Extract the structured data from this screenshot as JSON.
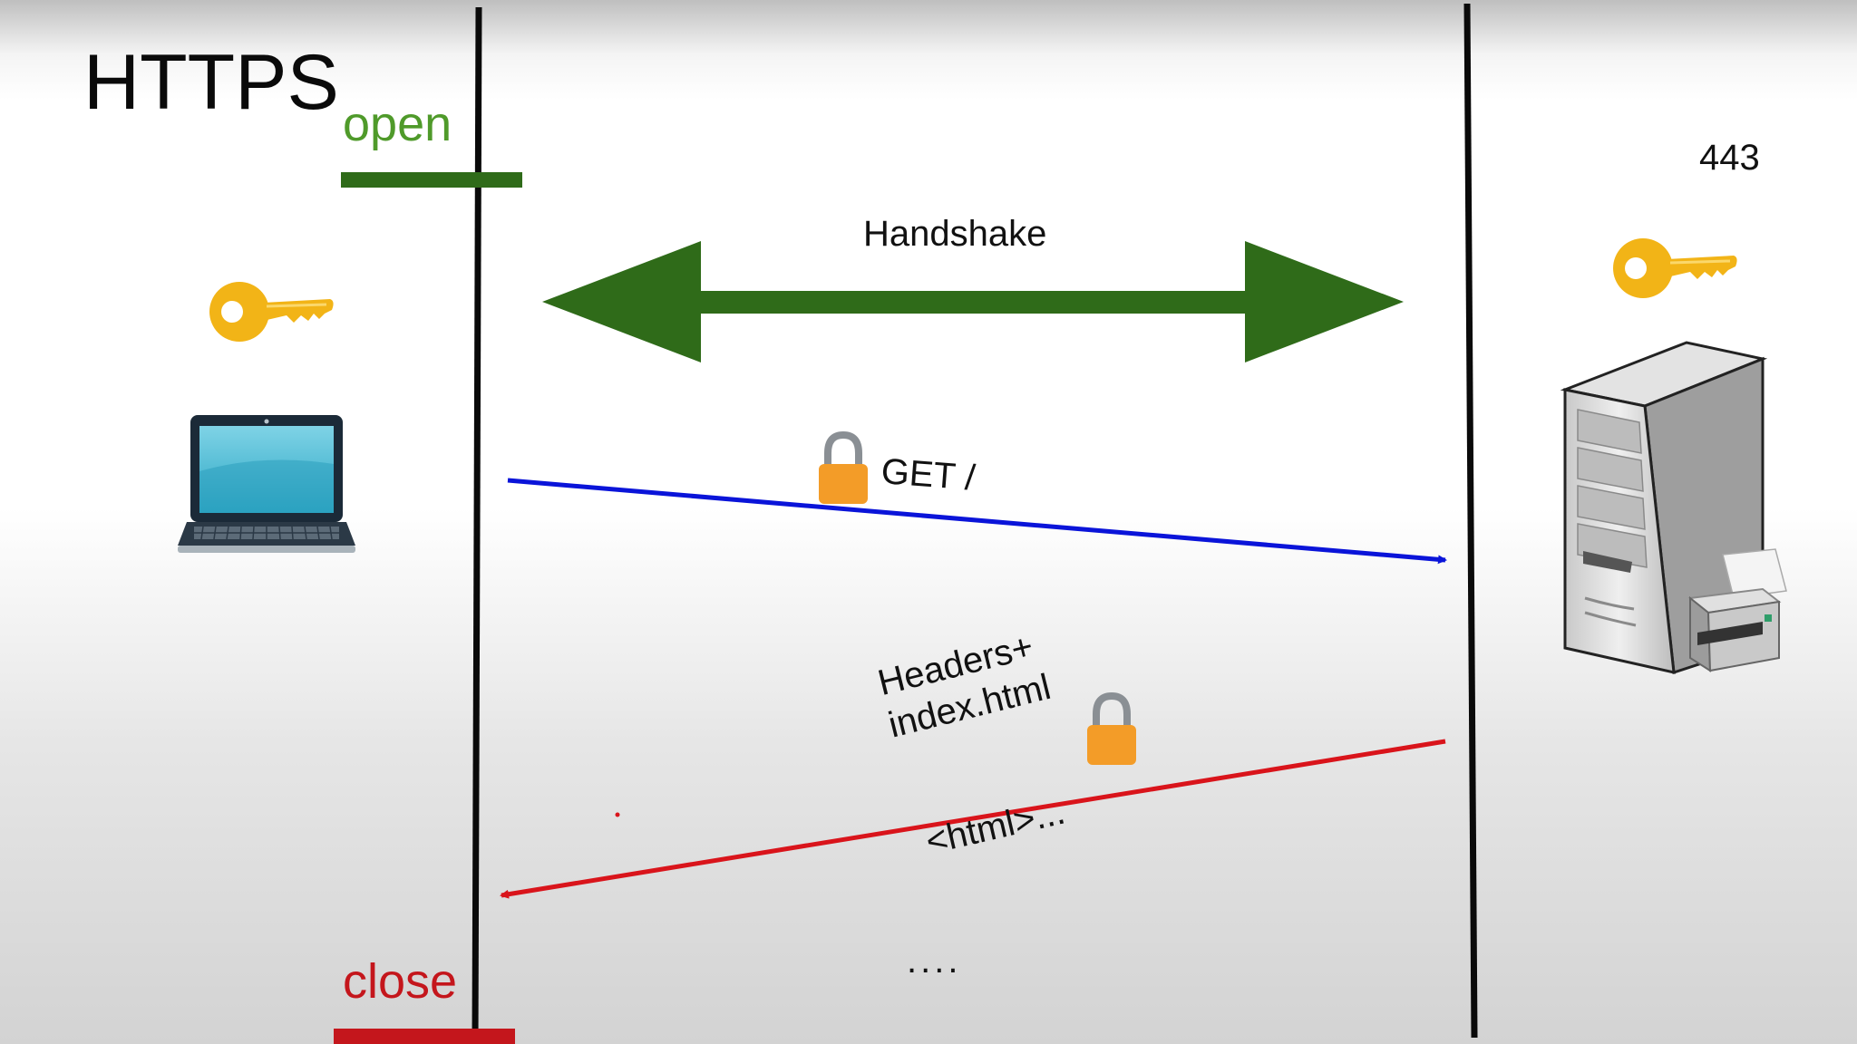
{
  "title": "HTTPS",
  "connection": {
    "open_label": "open",
    "close_label": "close"
  },
  "server": {
    "port": "443"
  },
  "messages": {
    "handshake": "Handshake",
    "request": "GET /",
    "response_headers": "Headers+",
    "response_file": "index.html",
    "response_body": "<html>...",
    "continuation": "...."
  },
  "colors": {
    "open": "#2f6b19",
    "close": "#c4161c",
    "handshake": "#2f6b19",
    "request": "#0a14d9",
    "response": "#d9141b",
    "key": "#f2b417",
    "lock": "#f39c28",
    "timeline": "#0a0a0a"
  },
  "icons": {
    "client_key": "key-icon",
    "server_key": "key-icon",
    "client": "laptop-icon",
    "server": "server-icon",
    "printer": "printer-icon",
    "request_lock": "lock-icon",
    "response_lock": "lock-icon"
  }
}
